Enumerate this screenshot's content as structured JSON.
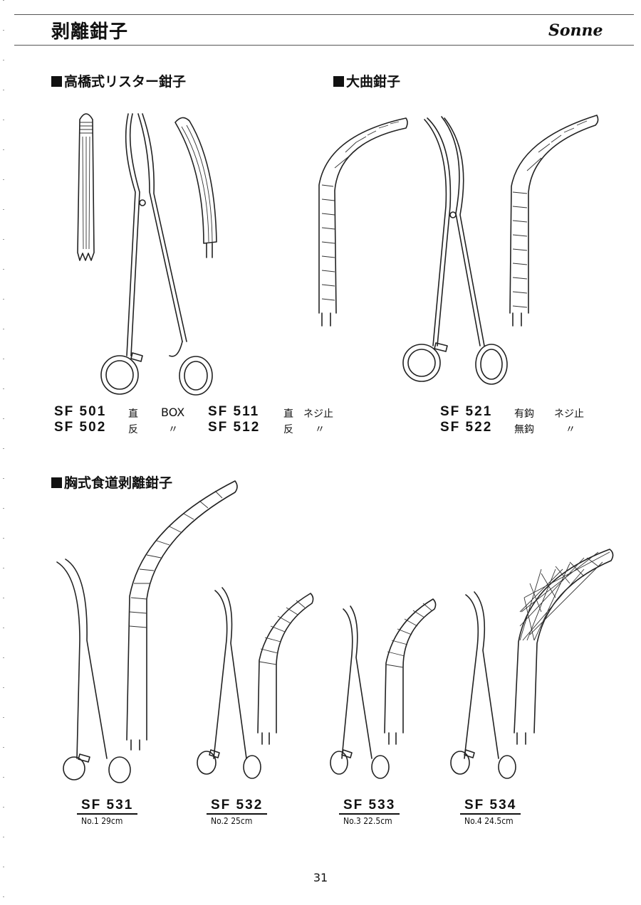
{
  "header": {
    "title": "剥離鉗子",
    "brand": "Sonne"
  },
  "sections": {
    "liston": {
      "title": "高橋式リスター鉗子"
    },
    "big_curve": {
      "title": "大曲鉗子"
    },
    "chest": {
      "title": "胸式食道剥離鉗子"
    }
  },
  "products_liston": [
    {
      "code": "SF 501",
      "type": "直",
      "joint": "BOX"
    },
    {
      "code": "SF 502",
      "type": "反",
      "joint": "〃"
    },
    {
      "code": "SF 511",
      "type": "直",
      "joint": "ネジ止"
    },
    {
      "code": "SF 512",
      "type": "反",
      "joint": "〃"
    }
  ],
  "products_big_curve": [
    {
      "code": "SF 521",
      "type": "有鈎",
      "joint": "ネジ止"
    },
    {
      "code": "SF 522",
      "type": "無鈎",
      "joint": "〃"
    }
  ],
  "products_chest": [
    {
      "code": "SF 531",
      "size": "No.1 29cm"
    },
    {
      "code": "SF 532",
      "size": "No.2 25cm"
    },
    {
      "code": "SF 533",
      "size": "No.3 22.5cm"
    },
    {
      "code": "SF 534",
      "size": "No.4 24.5cm"
    }
  ],
  "footer": {
    "page_number": "31"
  }
}
